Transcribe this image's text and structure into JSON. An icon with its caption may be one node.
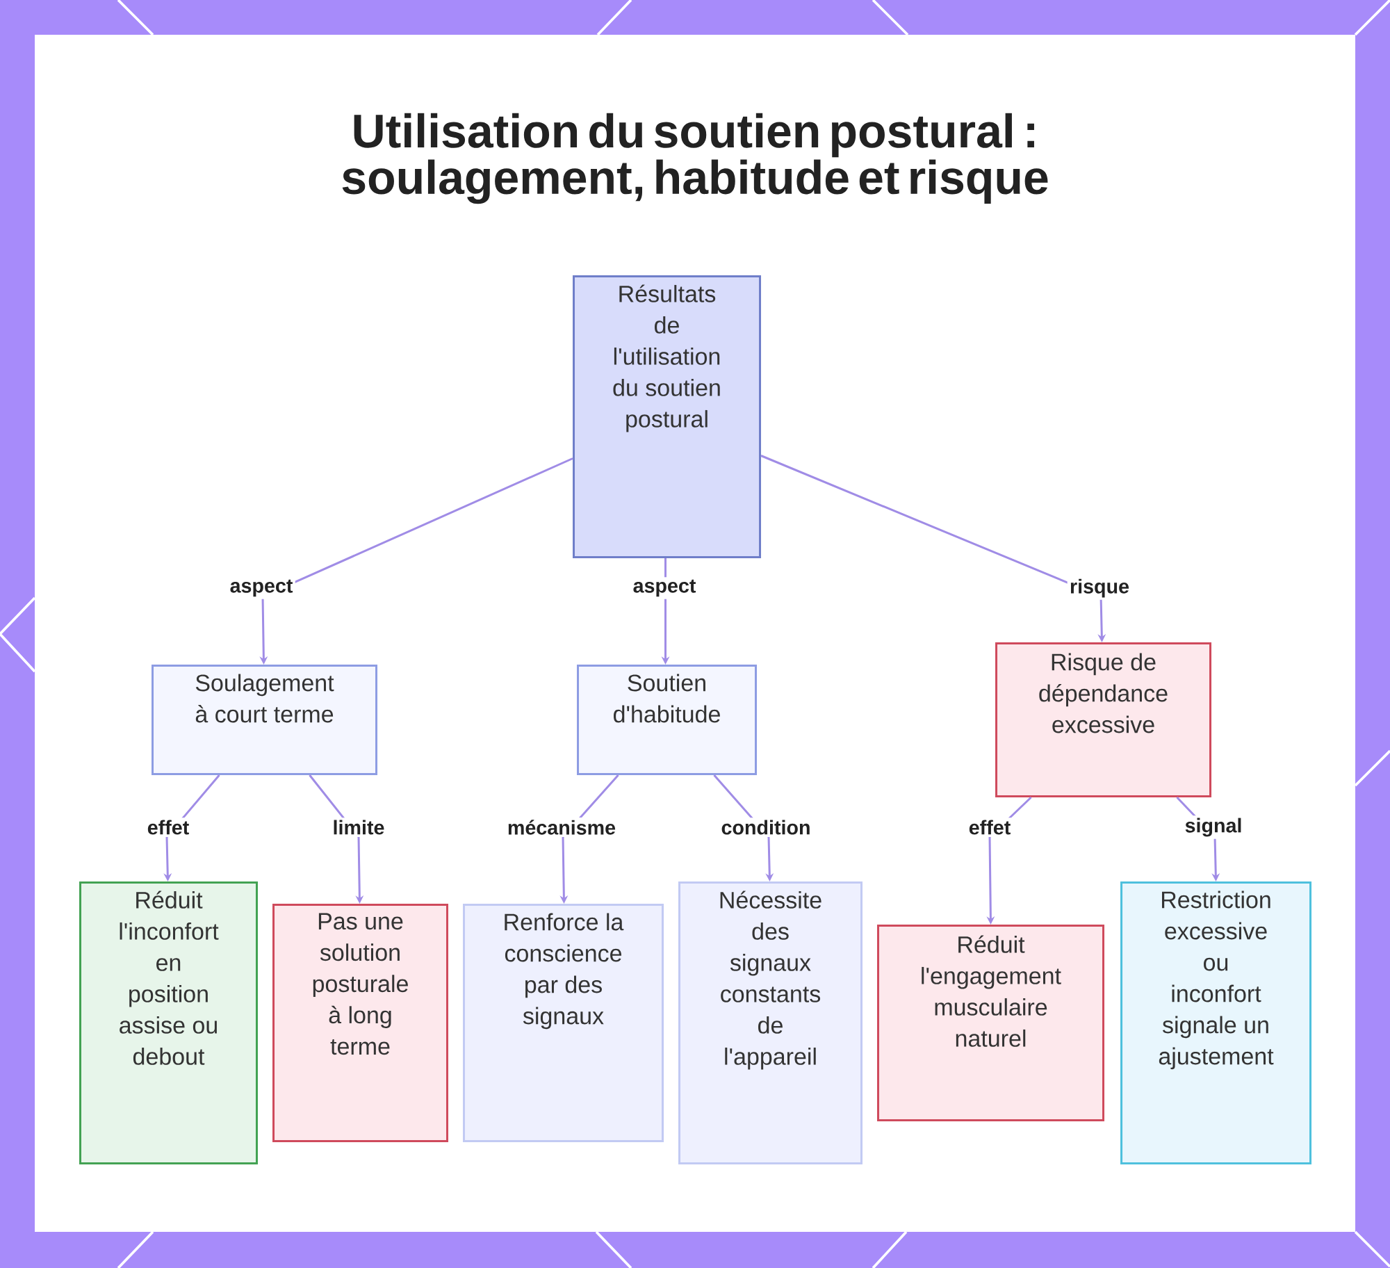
{
  "diagram": {
    "title": "Utilisation du soutien postural : soulagement, habitude et risque",
    "nodes": [
      {
        "text": [
          "Résultats de l'utilisation du soutien postural"
        ]
      },
      {
        "text": [
          "Soulagement à court terme"
        ]
      },
      {
        "text": [
          "Soutien d'habitude"
        ]
      },
      {
        "text": [
          "Risque de dépendance excessive"
        ]
      },
      {
        "text": [
          "Réduit l'inconfort en position assise ou debout"
        ]
      },
      {
        "text": [
          "Pas une solution posturale à long terme"
        ]
      },
      {
        "text": [
          "Renforce la conscience par des signaux"
        ]
      },
      {
        "text": [
          "Nécessite des signaux constants de l'appareil"
        ]
      },
      {
        "text": [
          "Réduit l'engagement musculaire naturel"
        ]
      },
      {
        "text": [
          "Restriction excessive ou inconfort signale un ajustement"
        ]
      }
    ],
    "edges": [
      {
        "from": 0,
        "to": 1,
        "arrow": "to",
        "label": "aspect"
      },
      {
        "from": 0,
        "to": 2,
        "arrow": "to",
        "label": "aspect"
      },
      {
        "from": 0,
        "to": 3,
        "arrow": "to",
        "label": "risque"
      },
      {
        "from": 1,
        "to": 4,
        "arrow": "to",
        "label": "effet"
      },
      {
        "from": 1,
        "to": 5,
        "arrow": "to",
        "label": "limite"
      },
      {
        "from": 2,
        "to": 6,
        "arrow": "to",
        "label": "mécanisme"
      },
      {
        "from": 2,
        "to": 7,
        "arrow": "to",
        "label": "condition"
      },
      {
        "from": 3,
        "to": 8,
        "arrow": "to",
        "label": "effet"
      },
      {
        "from": 3,
        "to": 9,
        "arrow": "to",
        "label": "signal"
      }
    ]
  }
}
